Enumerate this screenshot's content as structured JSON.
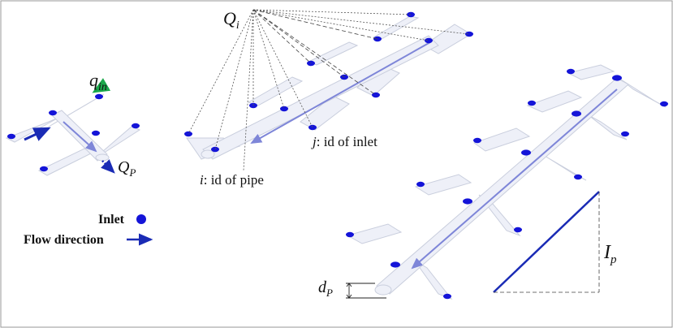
{
  "labels": {
    "q_in_main": "q",
    "q_in_sub": "in",
    "Q_P_main": "Q",
    "Q_P_sub": "P",
    "Q_i_main": "Q",
    "Q_i_sub": "i",
    "j_letter": "j",
    "j_text": ": id of inlet",
    "i_letter": "i",
    "i_text": ": id of pipe",
    "I_p_main": "I",
    "I_p_sub": "p",
    "d_P_main": "d",
    "d_P_sub": "P"
  },
  "legend": {
    "inlet_label": "Inlet",
    "flow_label": "Flow direction"
  },
  "colors": {
    "inlet": "#1414d8",
    "flow_arrow": "#1a2bb5",
    "qin_arrow": "#1aa84a",
    "pipe_fill": "#eef0f8",
    "pipe_stroke": "#c9cedd"
  }
}
